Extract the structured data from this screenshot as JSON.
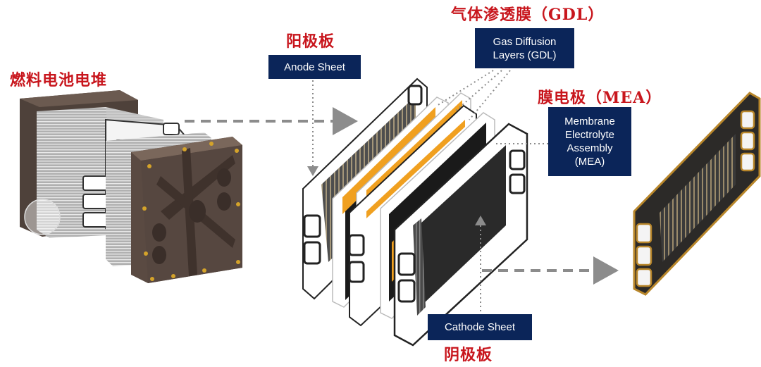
{
  "labels": {
    "stack_cn": "燃料电池电堆",
    "anode_cn": "阳极板",
    "anode_en": "Anode Sheet",
    "gdl_cn": "气体渗透膜（GDL）",
    "gdl_en_line1": "Gas Diffusion",
    "gdl_en_line2": "Layers (GDL)",
    "mea_cn": "膜电极（MEA）",
    "mea_en_line1": "Membrane",
    "mea_en_line2": "Electrolyte",
    "mea_en_line3": "Assembly",
    "mea_en_line4": "(MEA)",
    "cathode_en": "Cathode Sheet",
    "cathode_cn": "阴极板"
  },
  "colors": {
    "label_red": "#c8161d",
    "box_navy": "#0b2559",
    "gdl_orange": "#f0a020",
    "membrane_black": "#1a1a1a",
    "endplate_brown": "#5a4a42",
    "bolt_gold": "#d4a32a",
    "plate_gold": "#b8862a",
    "arrow_gray": "#8c8c8c"
  }
}
